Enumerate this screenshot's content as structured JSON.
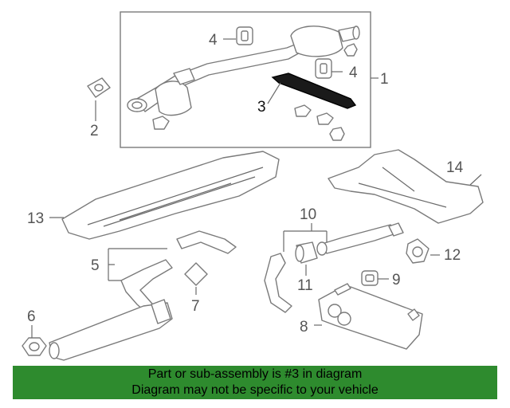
{
  "callouts": {
    "c1": "1",
    "c2": "2",
    "c3": "3",
    "c4a": "4",
    "c4b": "4",
    "c5": "5",
    "c6": "6",
    "c7": "7",
    "c8": "8",
    "c9": "9",
    "c10": "10",
    "c11": "11",
    "c12": "12",
    "c13": "13",
    "c14": "14"
  },
  "banner": {
    "line1": "Part or sub-assembly is #3 in diagram",
    "line2": "Diagram may not be specific to your vehicle"
  },
  "colors": {
    "banner_bg": "#2e8b2e",
    "highlight_part": "#1a1a1a"
  }
}
